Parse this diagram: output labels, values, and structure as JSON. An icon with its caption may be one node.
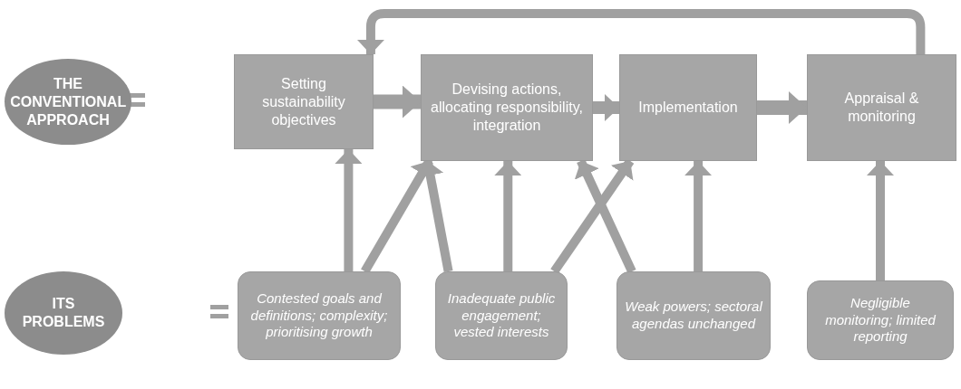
{
  "diagram": {
    "nodes": [
      {
        "text": [
          "THE CONVENTIONAL APPROACH"
        ]
      },
      {
        "text": [
          "Setting sustainability objectives"
        ]
      },
      {
        "text": [
          "Devising actions, allocating responsibility, integration"
        ]
      },
      {
        "text": [
          "Implementation"
        ]
      },
      {
        "text": [
          "Appraisal & monitoring"
        ]
      },
      {
        "text": [
          "ITS PROBLEMS"
        ]
      },
      {
        "text": [
          "Contested goals and definitions; complexity; prioritising growth"
        ]
      },
      {
        "text": [
          "Inadequate public engagement; vested interests"
        ]
      },
      {
        "text": [
          "Weak powers; sectoral agendas unchanged"
        ]
      },
      {
        "text": [
          "Negligible monitoring; limited reporting"
        ]
      }
    ],
    "edges": [
      {
        "from": 1,
        "to": 2,
        "arrow": "to"
      },
      {
        "from": 2,
        "to": 3,
        "arrow": "to"
      },
      {
        "from": 3,
        "to": 4,
        "arrow": "to"
      },
      {
        "from": 4,
        "to": 1,
        "arrow": "to"
      },
      {
        "from": 6,
        "to": 1,
        "arrow": "to"
      },
      {
        "from": 6,
        "to": 2,
        "arrow": "to"
      },
      {
        "from": 7,
        "to": 2,
        "arrow": "to"
      },
      {
        "from": 7,
        "to": 2,
        "arrow": "to"
      },
      {
        "from": 7,
        "to": 3,
        "arrow": "to"
      },
      {
        "from": 8,
        "to": 2,
        "arrow": "to"
      },
      {
        "from": 8,
        "to": 3,
        "arrow": "to"
      },
      {
        "from": 9,
        "to": 4,
        "arrow": "to"
      }
    ]
  }
}
